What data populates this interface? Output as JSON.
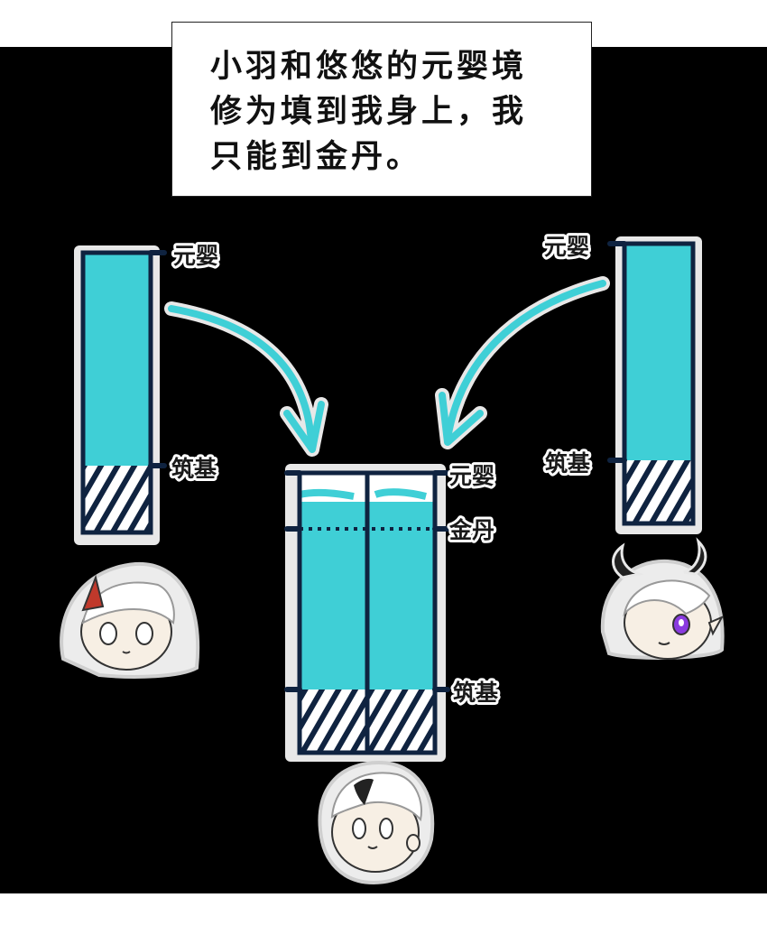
{
  "caption": {
    "lines": [
      "小羽和悠悠的元婴境",
      "修为填到我身上，我",
      "只能到金丹。"
    ]
  },
  "labels": {
    "left_top": "元婴",
    "left_mid": "筑基",
    "right_top": "元婴",
    "right_mid": "筑基",
    "center_top": "元婴",
    "center_gold": "金丹",
    "center_base": "筑基"
  },
  "colors": {
    "fill": "#3fcfd6",
    "outline": "#0f2340",
    "sticker_border": "#e8e8e8",
    "background": "#000000"
  }
}
